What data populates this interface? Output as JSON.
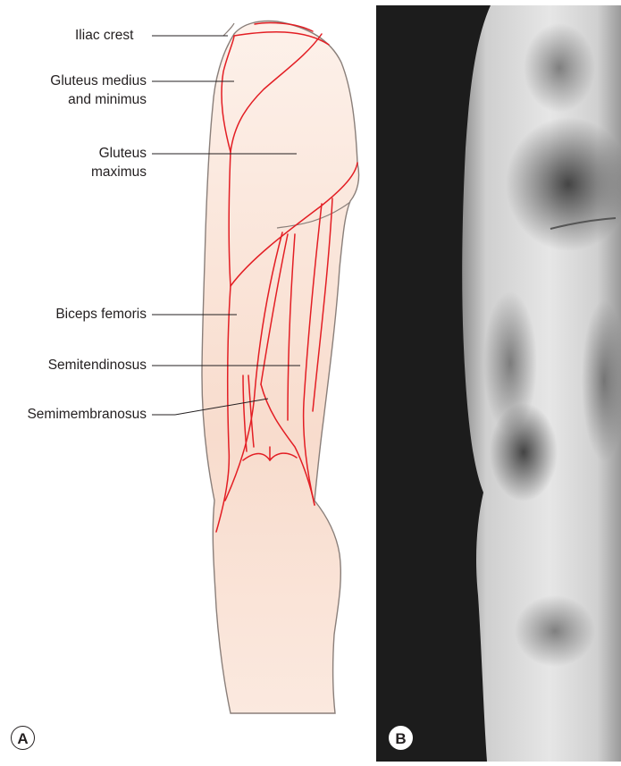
{
  "panel_a": {
    "badge": "A",
    "labels": {
      "iliac_crest": "Iliac crest",
      "gluteus_medius_line1": "Gluteus medius",
      "gluteus_medius_line2": "and minimus",
      "gluteus_maximus_line1": "Gluteus",
      "gluteus_maximus_line2": "maximus",
      "biceps_femoris": "Biceps femoris",
      "semitendinosus": "Semitendinosus",
      "semimembranosus": "Semimembranosus"
    }
  },
  "panel_b": {
    "badge": "B"
  },
  "colors": {
    "muscle_line": "#e31e24",
    "skin_fill": "#f9e1d4",
    "outline": "#8a7f7a",
    "leader": "#231f20"
  }
}
